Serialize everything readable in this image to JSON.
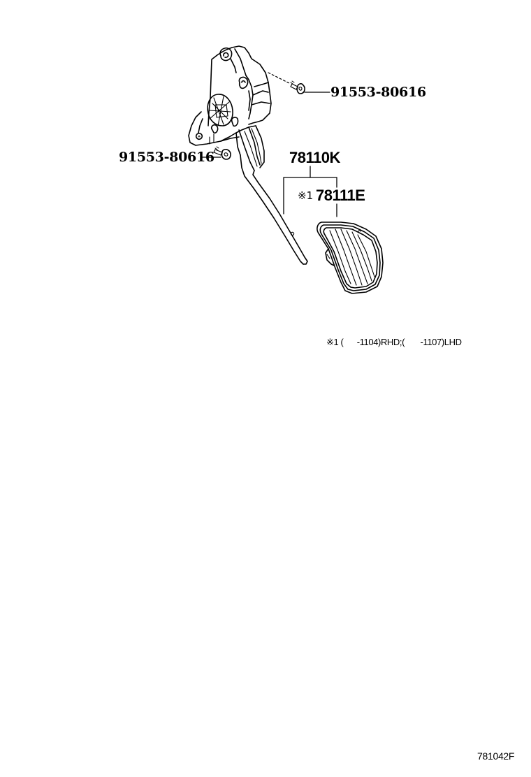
{
  "diagram": {
    "figure_id": "781042F",
    "callouts": {
      "bolt_upper": "91553-80616",
      "bolt_lower": "91553-80616",
      "pedal_assy": "78110K",
      "pedal_pad": "78111E",
      "pedal_pad_note_mark": "※1"
    },
    "footnote": {
      "text": "※1 (      -1104)RHD;(       -1107)LHD"
    },
    "colors": {
      "line": "#000000",
      "background": "#ffffff"
    }
  }
}
